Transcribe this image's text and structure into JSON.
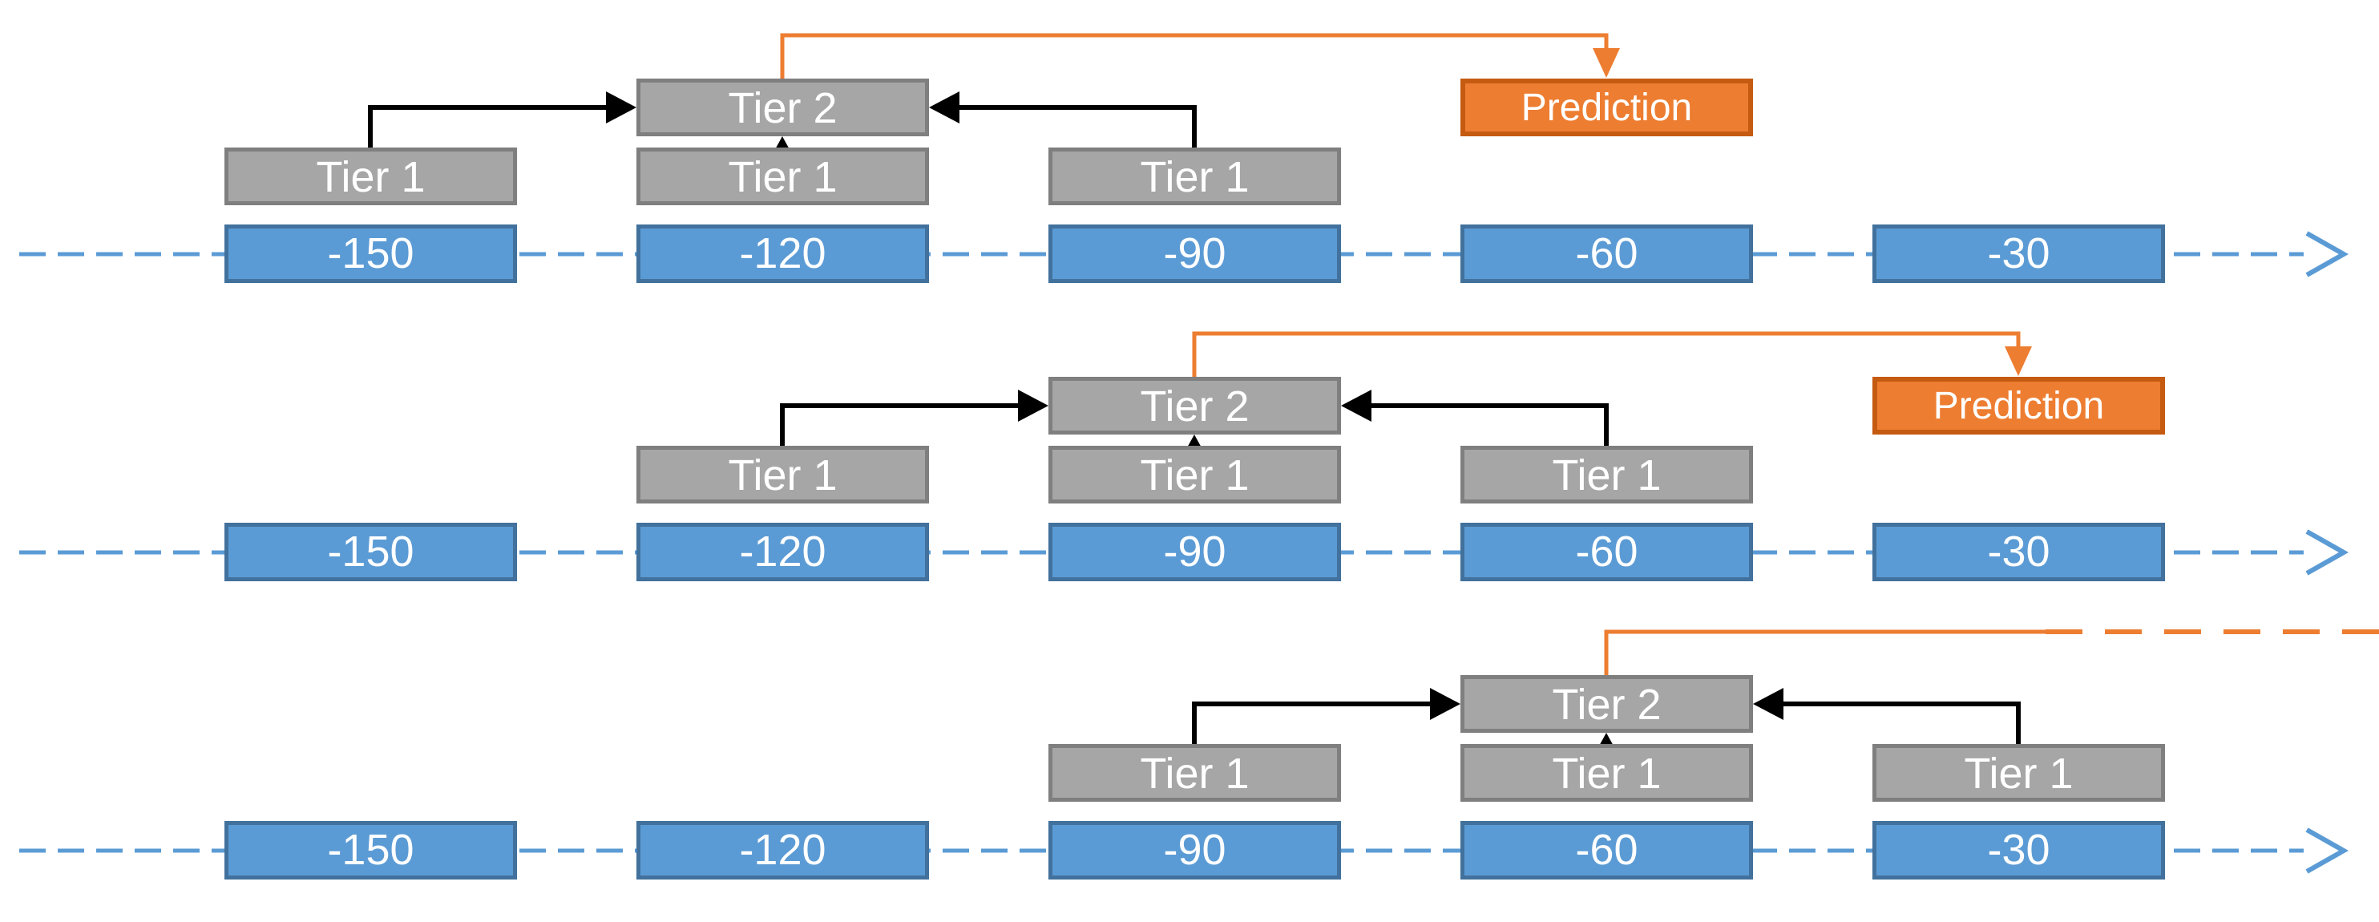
{
  "background": "#FFFFFF",
  "colors": {
    "timeline_blue": "#5B9BD5",
    "timeline_blue_border": "#41719C",
    "tier_gray": "#A6A6A6",
    "tier_gray_border": "#7F7F7F",
    "prediction_orange": "#ED7D31",
    "prediction_orange_border": "#C55A11",
    "connector_orange": "#ED7D31",
    "connector_black": "#000000",
    "text_white": "#FFFFFF"
  },
  "rows": [
    {
      "timeline": [
        "-150",
        "-120",
        "-90",
        "-60",
        "-30"
      ],
      "tier1": [
        "Tier 1",
        "Tier 1",
        "Tier 1"
      ],
      "tier2": "Tier 2",
      "prediction": "Prediction"
    },
    {
      "timeline": [
        "-150",
        "-120",
        "-90",
        "-60",
        "-30"
      ],
      "tier1": [
        "Tier 1",
        "Tier 1",
        "Tier 1"
      ],
      "tier2": "Tier 2",
      "prediction": "Prediction"
    },
    {
      "timeline": [
        "-150",
        "-120",
        "-90",
        "-60",
        "-30"
      ],
      "tier1": [
        "Tier 1",
        "Tier 1",
        "Tier 1"
      ],
      "tier2": "Tier 2"
    }
  ]
}
